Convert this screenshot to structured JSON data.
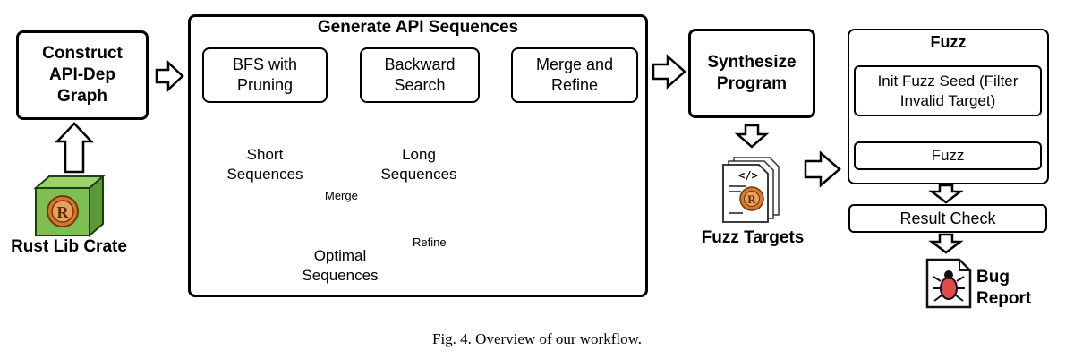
{
  "stages": {
    "construct": "Construct API-Dep Graph",
    "crate": "Rust Lib Crate",
    "generate_title": "Generate API Sequences",
    "bfs": "BFS with Pruning",
    "backward": "Backward Search",
    "merge_refine": "Merge and Refine",
    "short_seq": "Short Sequences",
    "long_seq": "Long Sequences",
    "merge_label": "Merge",
    "refine_label": "Refine",
    "optimal_seq": "Optimal Sequences",
    "synthesize": "Synthesize Program",
    "fuzz_targets": "Fuzz Targets",
    "fuzz_title": "Fuzz",
    "init_seed": "Init Fuzz Seed (Filter Invalid Target)",
    "fuzz_inner": "Fuzz",
    "result_check": "Result Check",
    "bug_report": "Bug Report"
  },
  "caption": "Fig. 4.  Overview of our workflow.",
  "colors": {
    "cylinder_fill": "#fff3cc",
    "crate_green": "#7fbf4f",
    "crate_dark": "#5a9a3a",
    "rust_orange": "#d9772b"
  }
}
